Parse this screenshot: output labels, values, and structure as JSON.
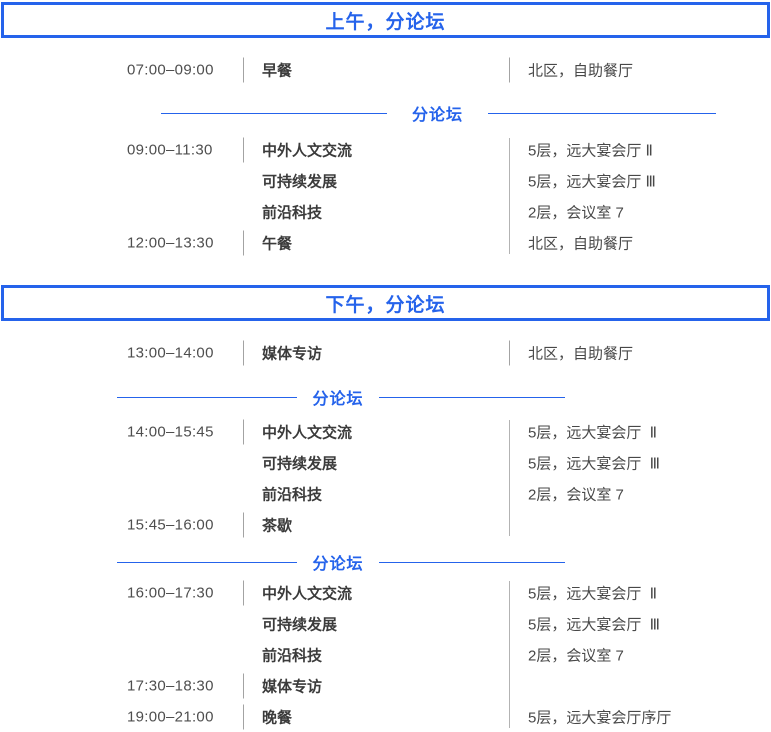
{
  "colors": {
    "accent": "#2563eb",
    "time_color": "#4e4e4e",
    "event_color": "#3b3b3b",
    "location_color": "#484848",
    "separator_color": "#a3a3a3",
    "group_line_color": "#b3b3b3",
    "page_bg": "#ffffff"
  },
  "sections": [
    {
      "header": "上午，分论坛",
      "blocks": [
        {
          "type": "rows",
          "rows": [
            {
              "time": "07:00–09:00",
              "event": "早餐",
              "location": "北区，自助餐厅"
            }
          ]
        },
        {
          "type": "divider",
          "label": "分论坛"
        },
        {
          "type": "rows",
          "rows": [
            {
              "time": "09:00–11:30",
              "event": "中外人文交流",
              "location": "5层，远大宴会厅 Ⅱ"
            },
            {
              "time": "",
              "event": "可持续发展",
              "location": "5层，远大宴会厅 Ⅲ"
            },
            {
              "time": "",
              "event": "前沿科技",
              "location": "2层，会议室 7"
            },
            {
              "time": "12:00–13:30",
              "event": "午餐",
              "location": "北区，自助餐厅"
            }
          ]
        }
      ]
    },
    {
      "header": "下午，分论坛",
      "blocks": [
        {
          "type": "rows",
          "rows": [
            {
              "time": "13:00–14:00",
              "event": "媒体专访",
              "location": "北区，自助餐厅"
            }
          ]
        },
        {
          "type": "divider",
          "label": "分论坛"
        },
        {
          "type": "rows",
          "rows": [
            {
              "time": "14:00–15:45",
              "event": "中外人文交流",
              "location": "5层，远大宴会厅  Ⅱ"
            },
            {
              "time": "",
              "event": "可持续发展",
              "location": "5层，远大宴会厅  Ⅲ"
            },
            {
              "time": "",
              "event": "前沿科技",
              "location": "2层，会议室 7"
            },
            {
              "time": "15:45–16:00",
              "event": "茶歇",
              "location": ""
            }
          ]
        },
        {
          "type": "divider",
          "label": "分论坛"
        },
        {
          "type": "rows",
          "rows": [
            {
              "time": "16:00–17:30",
              "event": "中外人文交流",
              "location": "5层，远大宴会厅  Ⅱ"
            },
            {
              "time": "",
              "event": "可持续发展",
              "location": "5层，远大宴会厅  Ⅲ"
            },
            {
              "time": "",
              "event": "前沿科技",
              "location": "2层，会议室 7"
            },
            {
              "time": "17:30–18:30",
              "event": "媒体专访",
              "location": ""
            },
            {
              "time": "19:00–21:00",
              "event": "晚餐",
              "location": "5层，远大宴会厅序厅"
            }
          ]
        }
      ]
    }
  ]
}
